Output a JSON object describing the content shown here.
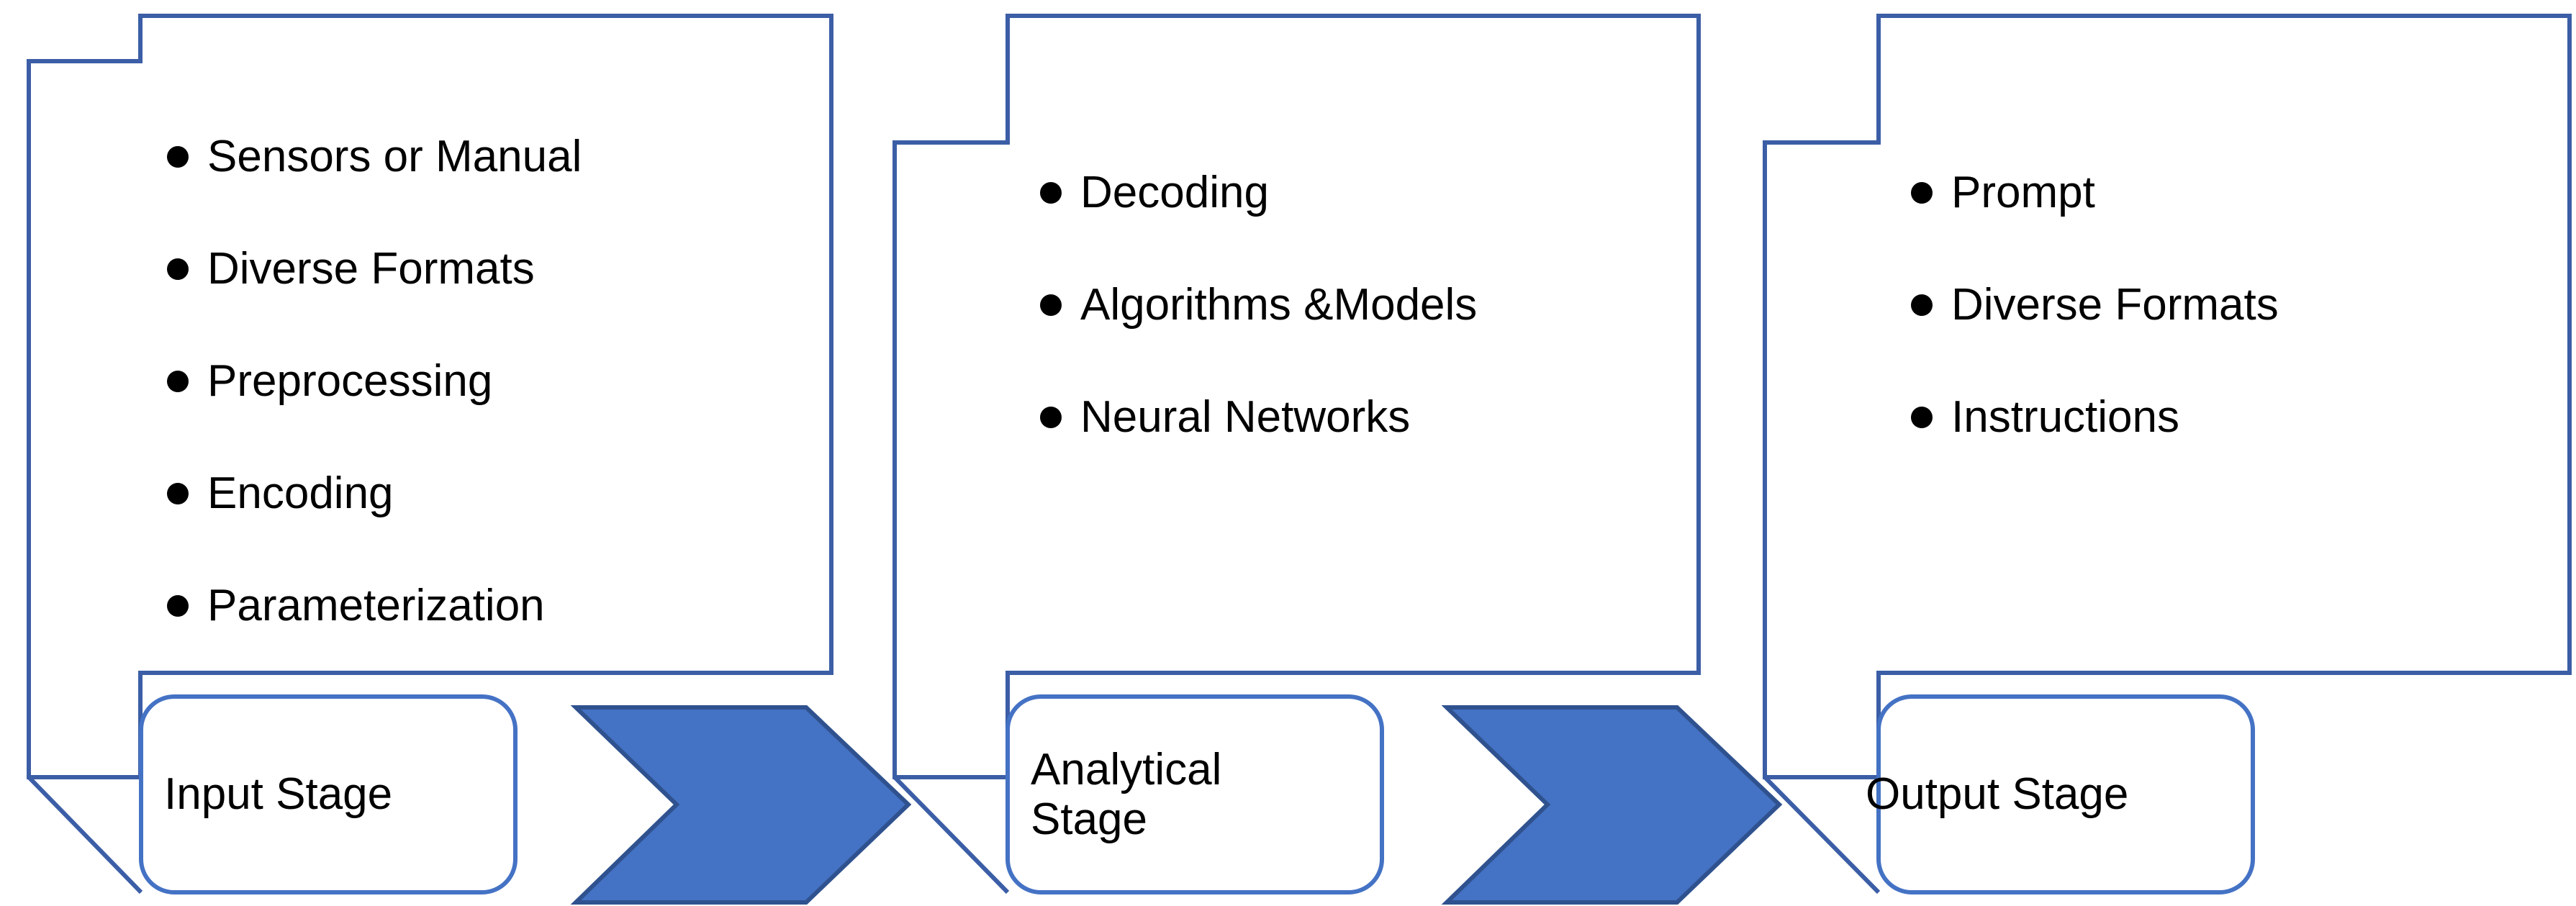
{
  "diagram": {
    "title": "Three-stage data pipeline",
    "colors": {
      "box_border": "#3B5EA6",
      "pill_border": "#4472C4",
      "arrow_fill": "#4472C4",
      "arrow_stroke": "#2F528F",
      "bullet": "#000000",
      "background": "#FFFFFF",
      "text": "#000000"
    },
    "stages": [
      {
        "id": "input",
        "pill_label": "Input Stage",
        "items": [
          "Sensors or Manual",
          "Diverse Formats",
          "Preprocessing",
          "Encoding",
          "Parameterization"
        ]
      },
      {
        "id": "analytical",
        "pill_label": "Analytical\nStage",
        "items": [
          "Decoding",
          "Algorithms &Models",
          "Neural Networks"
        ]
      },
      {
        "id": "output",
        "pill_label": "Output Stage",
        "items": [
          "Prompt",
          "Diverse Formats",
          "Instructions"
        ]
      }
    ],
    "connectors": [
      {
        "id": "arrow-input-to-analytical",
        "icon": "chevron-right-icon"
      },
      {
        "id": "arrow-analytical-to-output",
        "icon": "chevron-right-icon"
      }
    ]
  }
}
